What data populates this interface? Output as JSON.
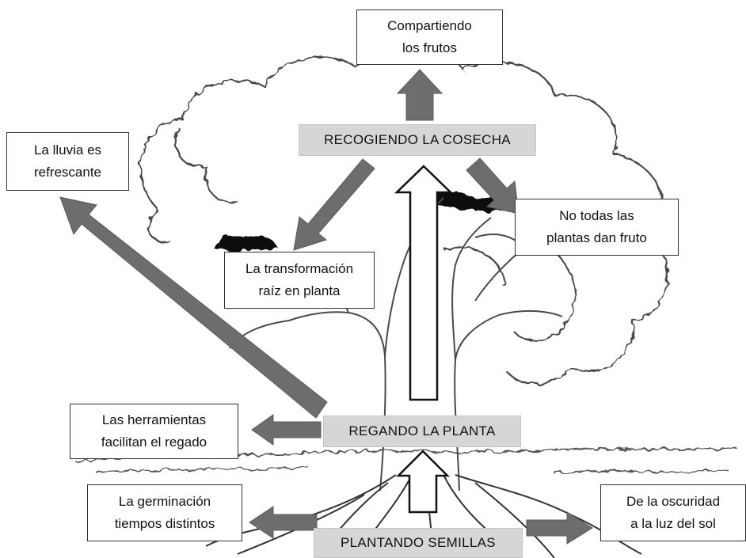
{
  "stages": {
    "harvest": "RECOGIENDO LA COSECHA",
    "watering": "REGANDO LA PLANTA",
    "planting": "PLANTANDO SEMILLAS"
  },
  "notes": {
    "sharing": "Compartiendo\nlos frutos",
    "rain": "La lluvia es\nrefrescante",
    "no_fruit": "No todas las\nplantas dan fruto",
    "transformation": "La transformación\nraíz en planta",
    "tools": "Las herramientas\nfacilitan el regado",
    "germination": "La germinación\ntiempos distintos",
    "darkness": "De la oscuridad\na la luz del sol"
  },
  "colors": {
    "arrow_fill": "#6d6d6d",
    "stage_fill": "#d6d6d6",
    "tree_line": "#4a4a4a"
  }
}
